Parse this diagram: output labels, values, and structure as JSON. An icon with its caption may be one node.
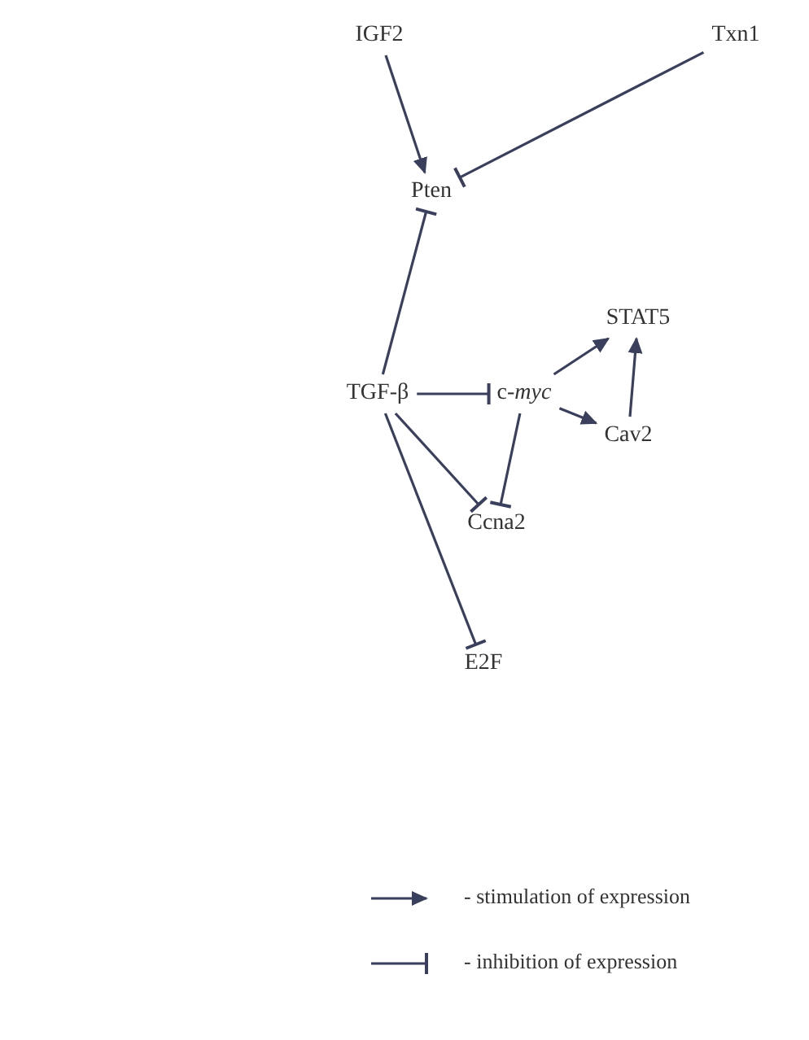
{
  "diagram": {
    "nodes": [
      {
        "text": [
          "IGF2"
        ]
      },
      {
        "text": [
          "Txn1"
        ]
      },
      {
        "text": [
          "Pten"
        ]
      },
      {
        "text": [
          "STAT5"
        ]
      },
      {
        "text": [
          "TGF-β"
        ]
      },
      {
        "text": [
          "c-*myc*"
        ]
      },
      {
        "text": [
          "Cav2"
        ]
      },
      {
        "text": [
          "Ccna2"
        ]
      },
      {
        "text": [
          "E2F"
        ]
      }
    ],
    "edges": [
      {
        "from": 0,
        "to": 2,
        "arrow": "to"
      },
      {
        "from": 1,
        "to": 2,
        "arrow": "other"
      },
      {
        "from": 4,
        "to": 2,
        "arrow": "other"
      },
      {
        "from": 4,
        "to": 5,
        "arrow": "other"
      },
      {
        "from": 5,
        "to": 3,
        "arrow": "to"
      },
      {
        "from": 5,
        "to": 6,
        "arrow": "to"
      },
      {
        "from": 6,
        "to": 3,
        "arrow": "to"
      },
      {
        "from": 5,
        "to": 7,
        "arrow": "other"
      },
      {
        "from": 4,
        "to": 7,
        "arrow": "other"
      },
      {
        "from": 4,
        "to": 8,
        "arrow": "other"
      }
    ],
    "legend": [
      {
        "text": "- stimulation of expression"
      },
      {
        "text": "- inhibition of expression"
      }
    ]
  }
}
